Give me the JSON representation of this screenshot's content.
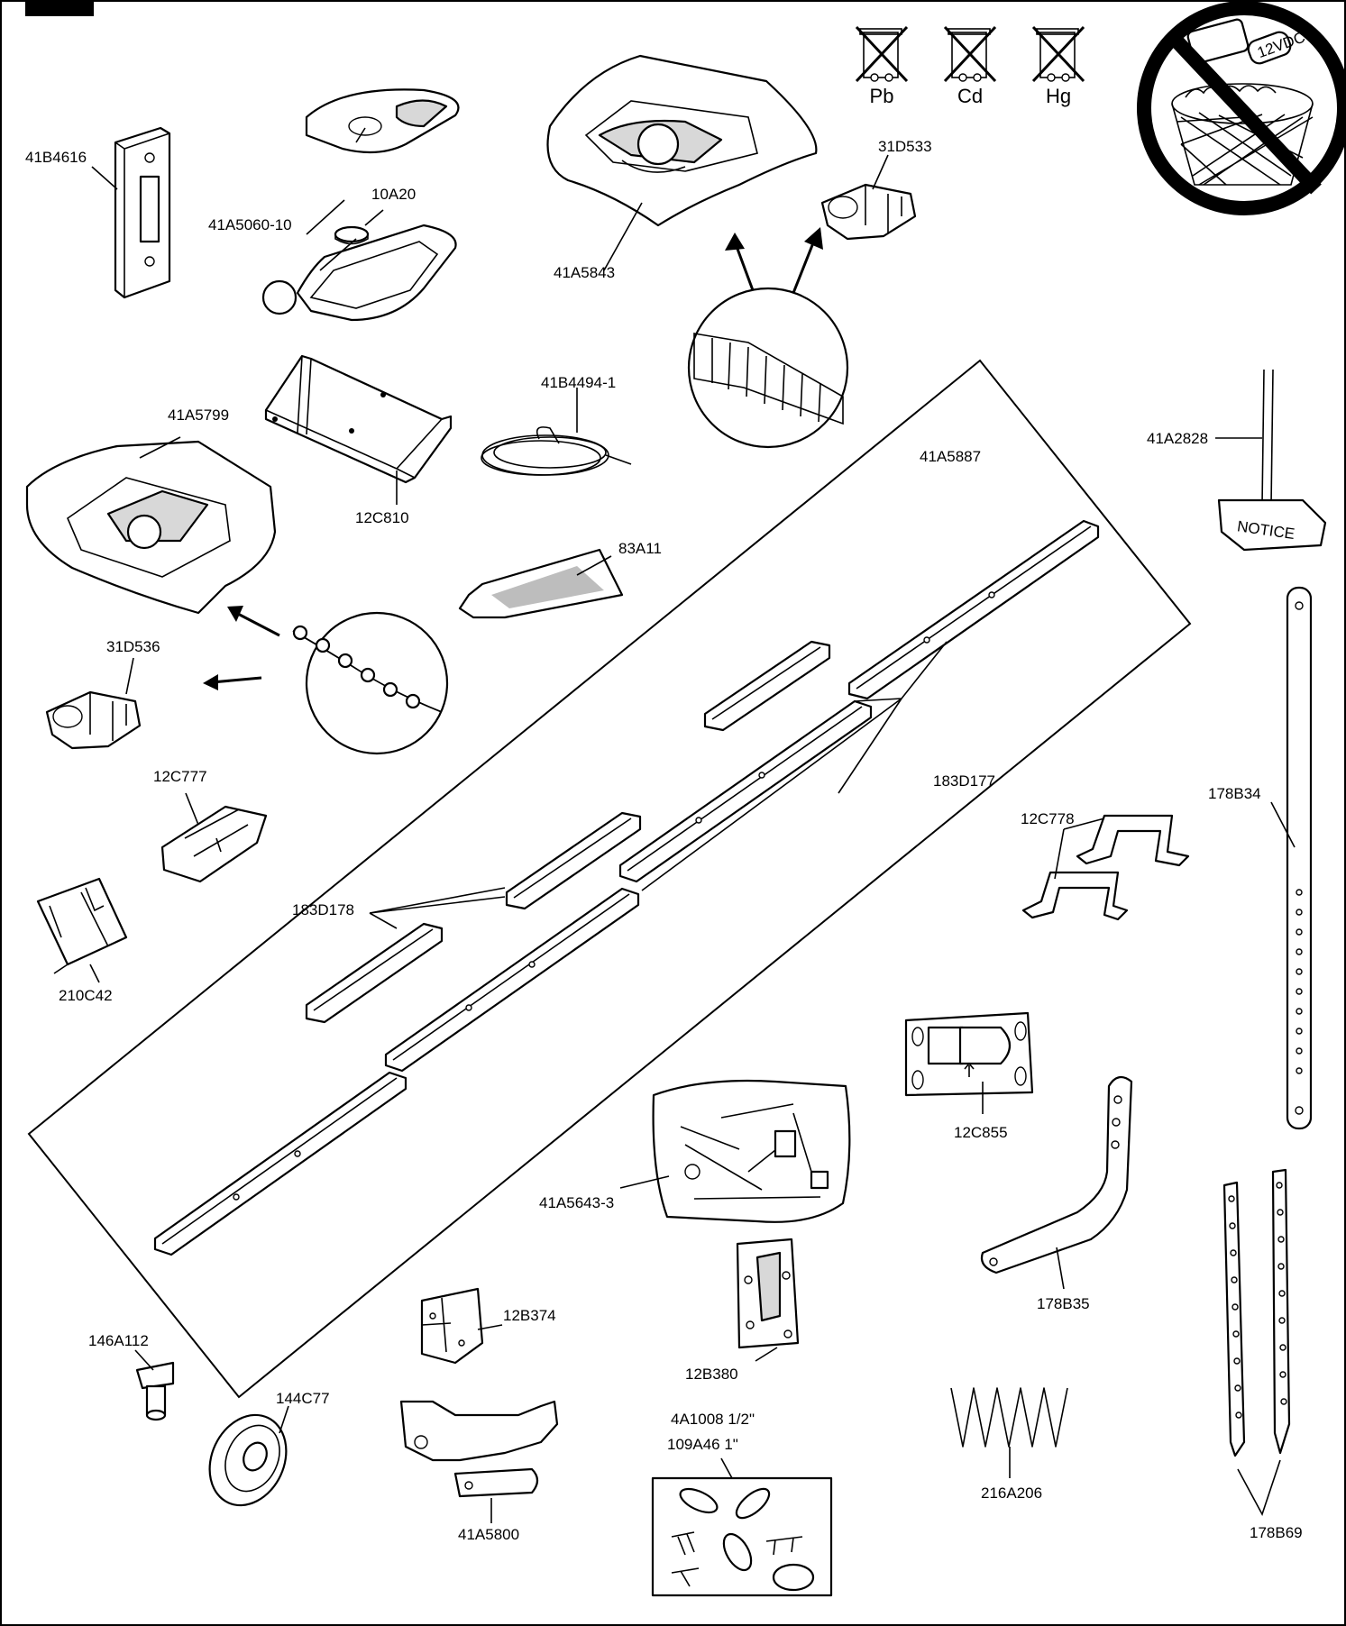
{
  "parts": {
    "p41B4616": "41B4616",
    "p41A5060_10": "41A5060-10",
    "p10A20": "10A20",
    "p41A5843": "41A5843",
    "p31D533": "31D533",
    "p41B4494_1": "41B4494-1",
    "p41A5799": "41A5799",
    "p12C810": "12C810",
    "p83A11": "83A11",
    "p41A5887": "41A5887",
    "p41A2828": "41A2828",
    "p31D536": "31D536",
    "p12C777": "12C777",
    "p183D177": "183D177",
    "p178B34": "178B34",
    "p12C778": "12C778",
    "p210C42": "210C42",
    "p183D178": "183D178",
    "p12C855": "12C855",
    "p41A5643_3": "41A5643-3",
    "p178B35": "178B35",
    "p146A112": "146A112",
    "p12B374": "12B374",
    "p12B380": "12B380",
    "p144C77": "144C77",
    "p4A1008": "4A1008  1/2\"",
    "p109A46": "109A46  1\"",
    "p216A206": "216A206",
    "p41A5800": "41A5800",
    "p178B69": "178B69"
  },
  "symbols": {
    "pb": "Pb",
    "cd": "Cd",
    "hg": "Hg",
    "notice": "NOTICE",
    "battery_voltage": "12VDC"
  },
  "icons": [
    "crossed-bin-icon",
    "no-battery-trash-icon",
    "arrow-icon"
  ]
}
